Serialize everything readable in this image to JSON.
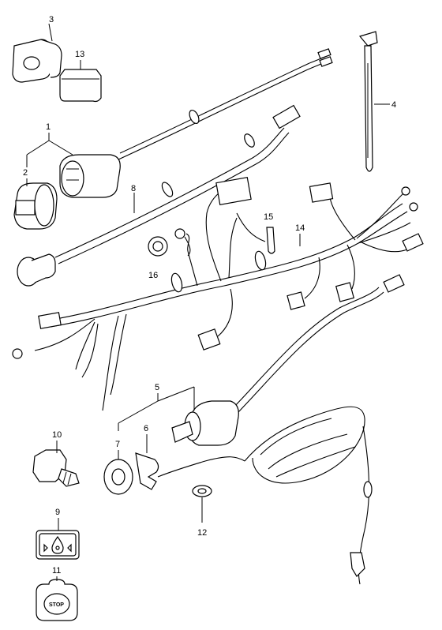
{
  "labels": {
    "p1": "1",
    "p2": "2",
    "p3": "3",
    "p4": "4",
    "p5": "5",
    "p6": "6",
    "p7": "7",
    "p8": "8",
    "p9": "9",
    "p10": "10",
    "p11": "11",
    "p12": "12",
    "p13": "13",
    "p14": "14",
    "p15": "15",
    "p16": "16"
  },
  "stop_text": "STOP"
}
